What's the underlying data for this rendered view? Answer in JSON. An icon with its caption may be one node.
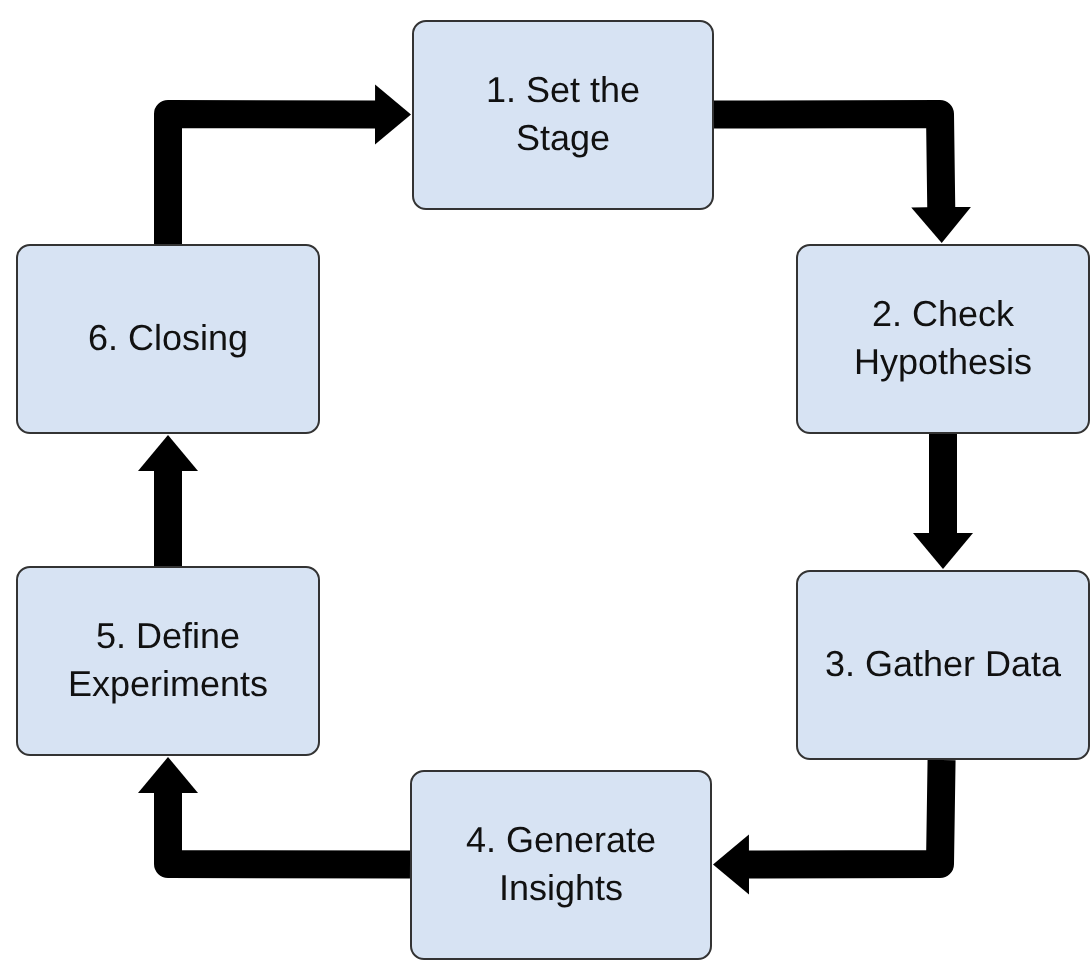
{
  "diagram": {
    "nodes": [
      {
        "text": [
          "1. Set the Stage"
        ]
      },
      {
        "text": [
          "2. Check Hypothesis"
        ]
      },
      {
        "text": [
          "3. Gather Data"
        ]
      },
      {
        "text": [
          "4. Generate Insights"
        ]
      },
      {
        "text": [
          "5. Define Experiments"
        ]
      },
      {
        "text": [
          "6. Closing"
        ]
      }
    ],
    "edges": [
      {
        "from": 0,
        "to": 1,
        "arrow": "to"
      },
      {
        "from": 1,
        "to": 2,
        "arrow": "to"
      },
      {
        "from": 2,
        "to": 3,
        "arrow": "to"
      },
      {
        "from": 3,
        "to": 4,
        "arrow": "to"
      },
      {
        "from": 4,
        "to": 5,
        "arrow": "to"
      },
      {
        "from": 5,
        "to": 0,
        "arrow": "to"
      }
    ]
  }
}
